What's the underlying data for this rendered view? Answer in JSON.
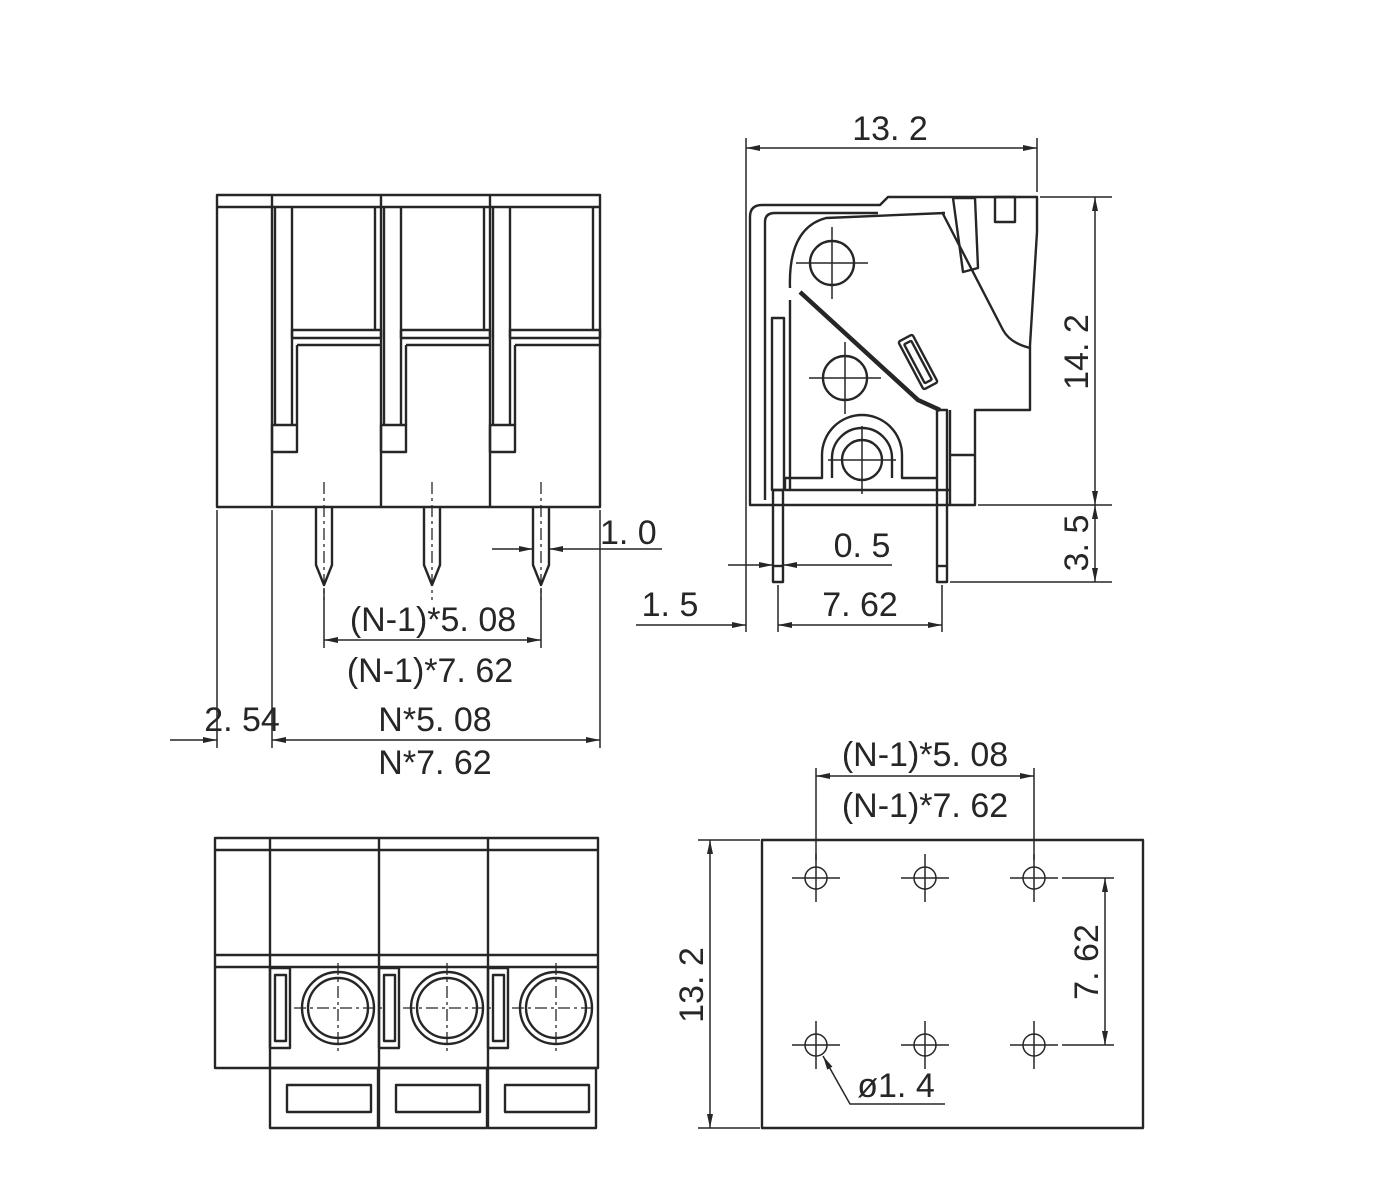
{
  "front_view": {
    "pin_width": "1. 0",
    "pin_span_5_08": "(N-1)*5. 08",
    "pin_span_7_62": "(N-1)*7. 62",
    "end_offset": "2. 54",
    "overall_5_08": "N*5. 08",
    "overall_7_62": "N*7. 62"
  },
  "side_view": {
    "depth": "13. 2",
    "height": "14. 2",
    "pin_length": "3. 5",
    "pin_thickness": "0. 5",
    "pin_offset": "1. 5",
    "row_pitch": "7. 62"
  },
  "pcb_layout": {
    "hole_span_5_08": "(N-1)*5. 08",
    "hole_span_7_62": "(N-1)*7. 62",
    "depth": "13. 2",
    "row_pitch": "7. 62",
    "hole_diameter": "ø1. 4"
  },
  "colors": {
    "ink": "#262626",
    "paper": "#ffffff"
  }
}
